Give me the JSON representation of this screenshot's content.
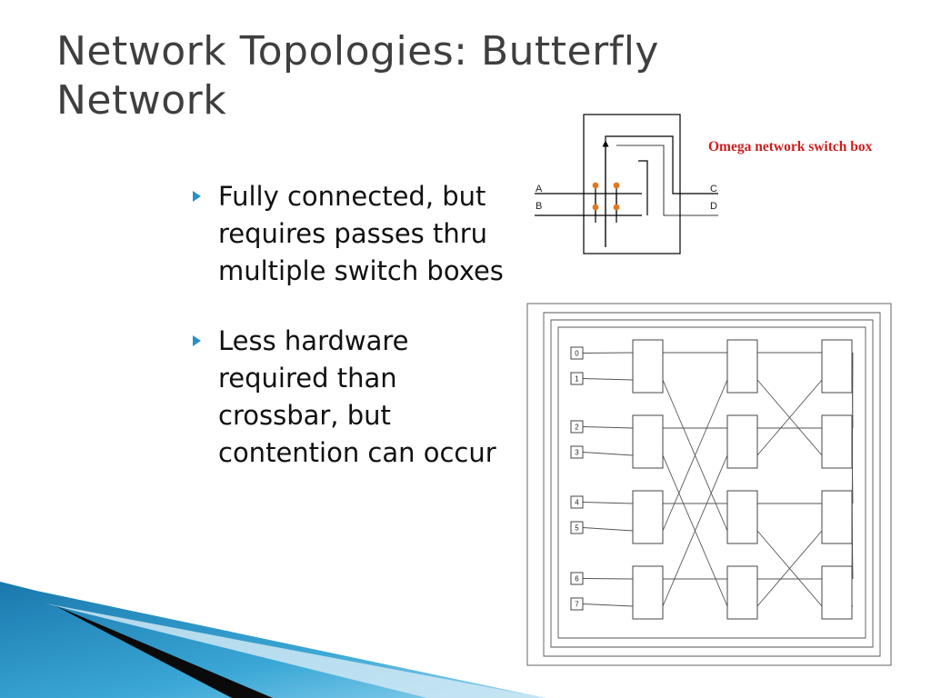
{
  "slide": {
    "title": "Network Topologies: Butterfly Network",
    "bullets": [
      {
        "text": "Fully connected, but requires passes thru multiple switch boxes"
      },
      {
        "text": "Less hardware required than crossbar, but contention can occur"
      }
    ]
  },
  "switch_box": {
    "caption": "Omega network switch box",
    "ports": {
      "a": "A",
      "b": "B",
      "c": "C",
      "d": "D"
    },
    "dot_color": "#e07a1f"
  },
  "butterfly": {
    "nodes": [
      "0",
      "1",
      "2",
      "3",
      "4",
      "5",
      "6",
      "7"
    ],
    "stages": 3
  },
  "colors": {
    "title": "#3f3f3f",
    "bullet": "#2b8fc7",
    "caption": "#cc1f1f",
    "deco_blue": "#1f86b8"
  }
}
